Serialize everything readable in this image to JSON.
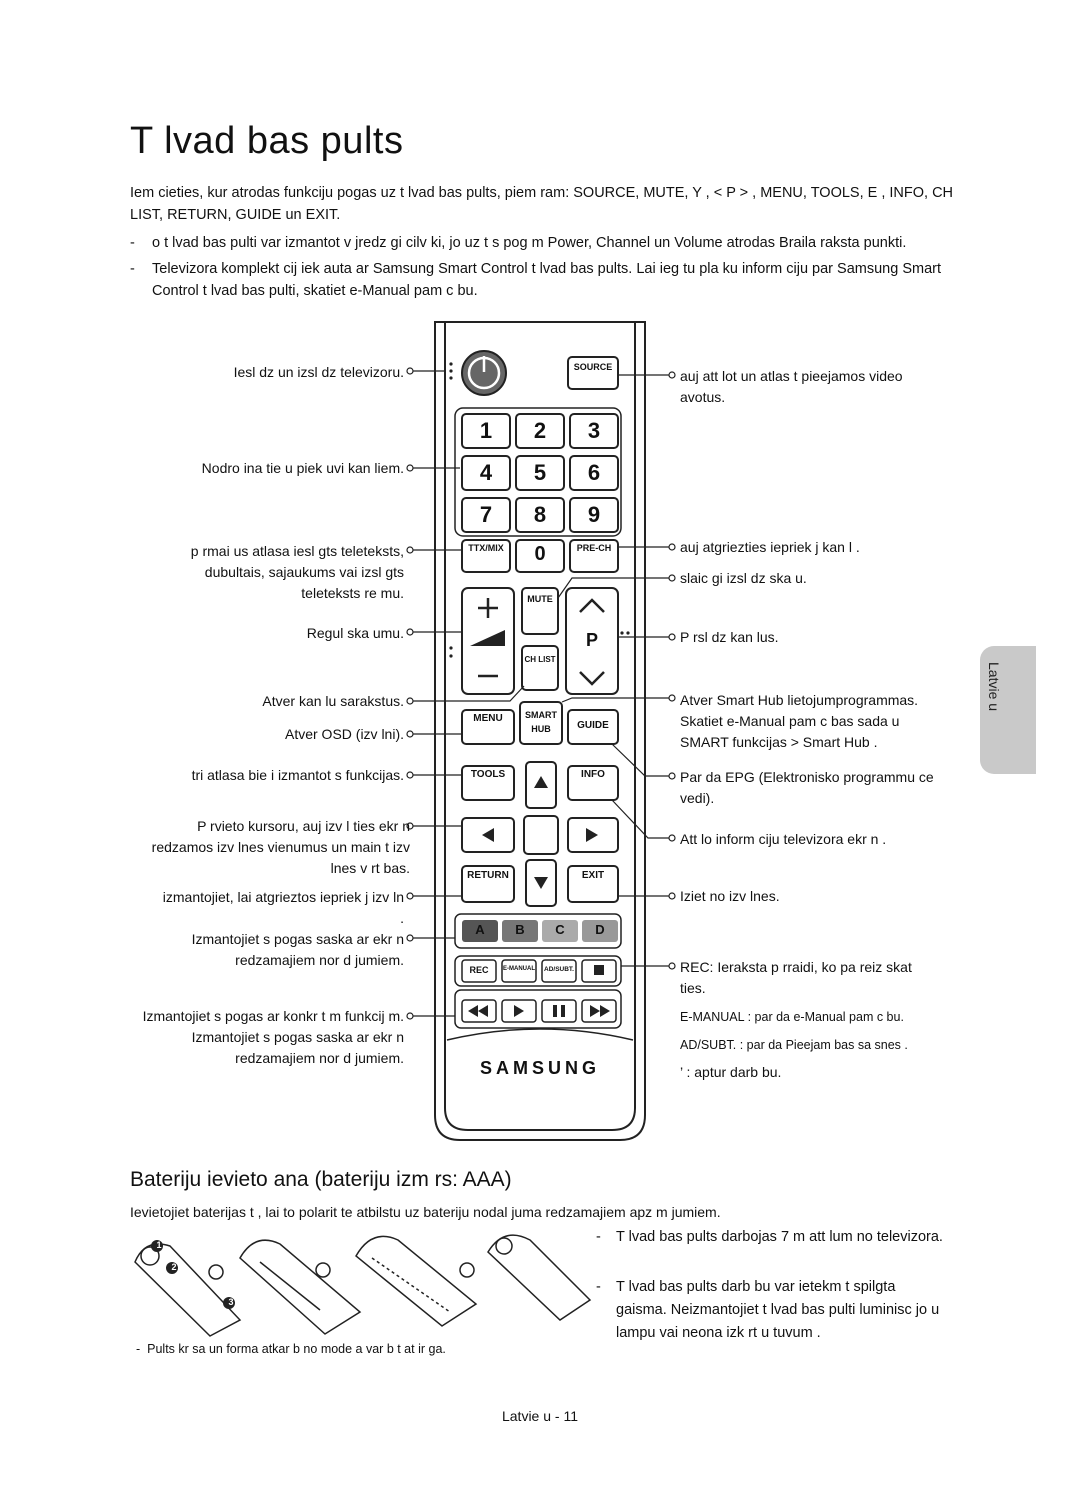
{
  "page": {
    "title": "T lvad bas pults",
    "intro": "Iem cieties, kur atrodas funkciju pogas uz t lvad bas pults, piem ram: SOURCE, MUTE, Y          , <  P > , MENU, TOOLS, E , INFO, CH LIST, RETURN, GUIDE un EXIT.",
    "notes": [
      "o t lvad bas pulti var izmantot v jredz gi cilv ki, jo uz t s pog m  Power, Channel un Volume atrodas Braila raksta punkti.",
      "Televizora komplekt cij  iek auta ar  Samsung Smart Control t lvad bas pults. Lai ieg tu pla  ku inform ciju par Samsung Smart Control t lvad bas pulti, skatiet e-Manual pam c bu."
    ],
    "note_dash": "-",
    "side_tab": "Latvie u",
    "footer": "Latvie u - 11"
  },
  "left_labels": [
    "Iesl dz un izsl dz televizoru.",
    "Nodro ina tie u piek uvi kan liem.",
    "p rmai us atlasa iesl gts teleteksts, dubultais, sajaukums vai izsl gts teleteksts re  mu.",
    "Regul  ska umu.",
    "Atver kan lu sarakstus.",
    "Atver OSD (izv lni).",
    "tri atlasa bie i izmantot s funkcijas.",
    "P rvieto kursoru,  auj izv l ties ekr n  redzamos izv lnes vienumus un main t izv lnes v rt bas.",
    "izmantojiet, lai atgrieztos iepriek  j  izv ln .",
    "Izmantojiet  s pogas saska  ar ekr n  redzamajiem nor d jumiem.",
    "Izmantojiet  s pogas ar konkr t m funkcij m. Izmantojiet  s pogas saska  ar ekr n  redzamajiem nor d jumiem."
  ],
  "right_labels": [
    "auj att lot un atlas t pieejamos video avotus.",
    "auj atgriezties iepriek  j  kan l .",
    "slaic gi izsl dz ska u.",
    "P rsl dz kan lus.",
    "Atver Smart Hub lietojumprogrammas. Skatiet e-Manual pam c bas sada u  SMART funkcijas >  Smart Hub .",
    "Par da EPG (Elektronisko programmu ce vedi).",
    "Att lo inform ciju televizora ekr n .",
    "Iziet no izv lnes.",
    "REC: Ieraksta p rraidi, ko pa reiz skat ties.",
    "E-MANUAL : par da  e-Manual  pam c bu.",
    "AD/SUBT. : par da  Pieejam bas sa snes .",
    "’  : aptur darb bu."
  ],
  "remote": {
    "buttons": {
      "source": "SOURCE",
      "digits": [
        "1",
        "2",
        "3",
        "4",
        "5",
        "6",
        "7",
        "8",
        "9",
        "0"
      ],
      "ttx": "TTX/MIX",
      "prech": "PRE-CH",
      "mute": "MUTE",
      "chlist": "CH LIST",
      "ch_p": "P",
      "menu": "MENU",
      "smarthub_1": "SMART",
      "smarthub_2": "HUB",
      "guide": "GUIDE",
      "tools": "TOOLS",
      "info": "INFO",
      "return": "RETURN",
      "exit": "EXIT",
      "colors": [
        "A",
        "B",
        "C",
        "D"
      ],
      "rec": "REC",
      "emanual": "E-MANUAL",
      "adsubt": "AD/SUBT.",
      "brand": "SAMSUNG"
    }
  },
  "battery": {
    "heading": "Bateriju ievieto ana (bateriju izm rs: AAA)",
    "instruction": "Ievietojiet baterijas t , lai to polarit te atbilstu uz bateriju nodal juma redzamajiem apz m jumiem.",
    "tips": [
      "T lvad bas pults darbojas 7 m att lum  no televizora.",
      "T lvad bas pults darb bu var ietekm t spilgta gaisma. Neizmantojiet t lvad bas pulti luminisc jo u lampu vai neona izk rt u tuvum ."
    ],
    "footnote": "Pults kr sa un forma atkar b  no mode a var b t at ir ga.",
    "steps": [
      "1",
      "2",
      "3"
    ]
  }
}
